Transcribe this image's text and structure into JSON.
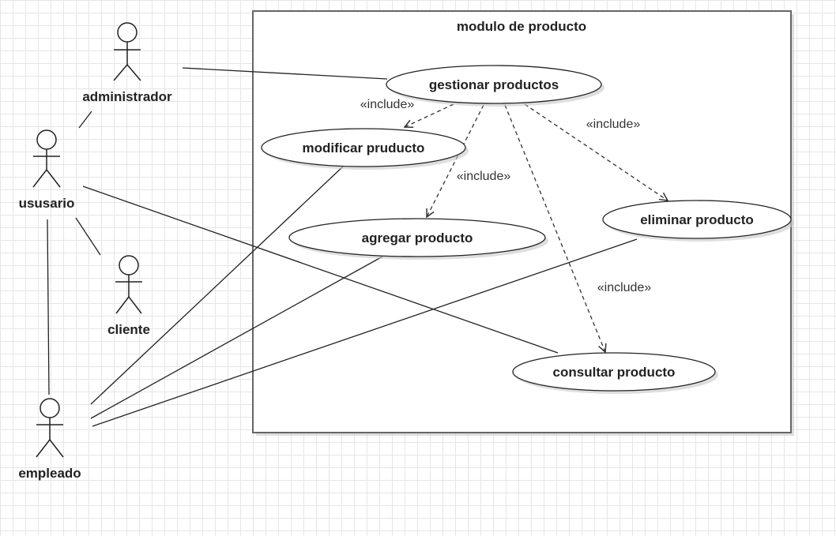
{
  "system": {
    "title": "modulo de producto"
  },
  "actors": {
    "administrador": "administrador",
    "usuario": "ususario",
    "cliente": "cliente",
    "empleado": "empleado"
  },
  "use_cases": {
    "gestionar": "gestionar productos",
    "modificar": "modificar pruducto",
    "agregar": "agregar producto",
    "eliminar": "eliminar producto",
    "consultar": "consultar producto"
  },
  "relations": {
    "include_modificar": "«include»",
    "include_agregar": "«include»",
    "include_eliminar": "«include»",
    "include_consultar": "«include»"
  },
  "colors": {
    "stroke": "#333333",
    "boundary": "#666666",
    "shadow": "#c8c8c8"
  }
}
